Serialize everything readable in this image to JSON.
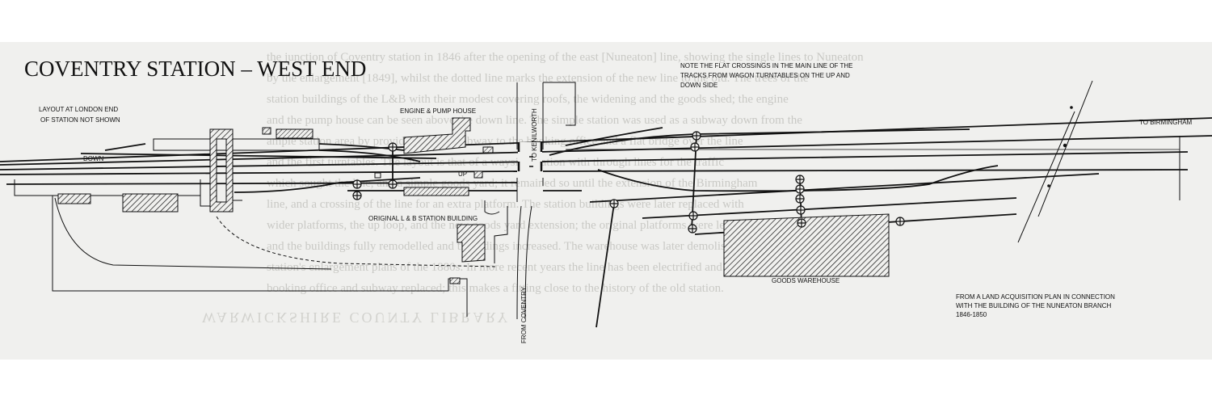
{
  "title": "COVENTRY STATION – WEST END",
  "labels": {
    "layout_note_1": "LAYOUT AT LONDON END",
    "layout_note_2": "OF STATION NOT SHOWN",
    "engine_house": "ENGINE & PUMP HOUSE",
    "to_kenilworth": "TO KENILWORTH",
    "note_1": "NOTE THE FLAT CROSSINGS IN THE MAIN LINE OF THE",
    "note_2": "TRACKS FROM WAGON TURNTABLES ON THE UP AND",
    "note_3": "DOWN SIDE",
    "to_birmingham": "TO BIRMINGHAM",
    "down": "DOWN",
    "up": "UP",
    "original_building": "ORIGINAL L & B STATION BUILDING",
    "from_coventry": "FROM COVENTRY",
    "goods_warehouse": "GOODS WAREHOUSE",
    "source_1": "FROM A LAND ACQUISITION PLAN IN CONNECTION",
    "source_2": "WITH THE BUILDING OF THE NUNEATON BRANCH",
    "source_3": "1846-1850"
  },
  "background_text": {
    "lines": [
      "the junction of Coventry station in 1846 after the opening of the east [Nuneaton] line, showing the single lines to Nuneaton",
      "by the enlargement [1849], whilst the dotted line marks the extension of the new line to the old. The trees of the",
      "station buildings of the L&B with their modest covering roofs, the widening and the goods shed; the engine",
      "and the pump house can be seen above the down line. The simple station was used as a subway down from the",
      "ample station area by providing only a subway to the booking office and a flat bridge over the line",
      "and the first turntables. The layout is that of a wayside station with through lines for the traffic",
      "which sought the line, and a simple goods yard; it remained so until the extension of the Birmingham",
      "line, and a crossing of the line for an extra platform. The station buildings were later replaced with",
      "wider platforms, the up loop, and the new goods yard extension; the original platforms were lengthened",
      "and the buildings fully remodelled and the sidings increased. The warehouse was later demolished to the",
      "station's enlargement plans of the 1880s. In more recent years the line has been electrified and the",
      "booking office and subway replaced; this makes a fitting close to the history of the old station."
    ],
    "footer": "WARWICKSHIRE COUNTY LIBRARY"
  }
}
